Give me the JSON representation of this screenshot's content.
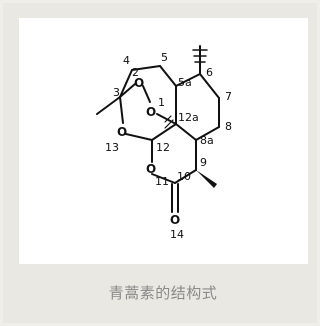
{
  "caption": "青蒿素的结构式",
  "structure": {
    "atom_labels": {
      "o1": "O",
      "o2": "O",
      "o11": "O",
      "o13": "O",
      "o14": "O"
    },
    "numbers": {
      "n1": "1",
      "n2": "2",
      "n3": "3",
      "n4": "4",
      "n5": "5",
      "n5a": "5a",
      "n6": "6",
      "n7": "7",
      "n8": "8",
      "n8a": "8a",
      "n9": "9",
      "n10": "10",
      "n11": "11",
      "n12": "12",
      "n12a": "12a",
      "n13": "13",
      "n14": "14"
    }
  },
  "colors": {
    "background": "#efeee9",
    "panel": "#ffffff",
    "ink": "#111111",
    "caption": "#8a8a8a"
  }
}
